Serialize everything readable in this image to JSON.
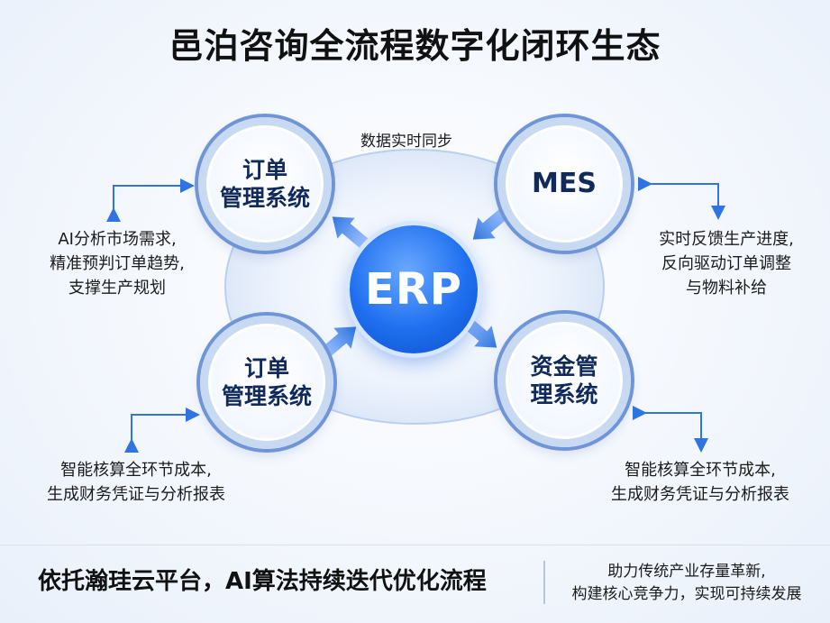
{
  "title": "邑泊咨询全流程数字化闭环生态",
  "center": {
    "label": "ERP"
  },
  "sync_label": "数据实时同步",
  "nodes": {
    "top_left": {
      "line1": "订单",
      "line2": "管理系统"
    },
    "top_right": {
      "line1": "MES"
    },
    "bottom_left": {
      "line1": "订单",
      "line2": "管理系统"
    },
    "bottom_right": {
      "line1": "资金管",
      "line2": "理系统"
    }
  },
  "descriptions": {
    "top_left": [
      "AI分析市场需求,",
      "精准预判订单趋势,",
      "支撑生产规划"
    ],
    "top_right": [
      "实时反馈生产进度,",
      "反向驱动订单调整",
      "与物料补给"
    ],
    "bottom_left": [
      "智能核算全环节成本,",
      "生成财务凭证与分析报表"
    ],
    "bottom_right": [
      "智能核算全环节成本,",
      "生成财务凭证与分析报表"
    ]
  },
  "footer": {
    "main": "依托瀚珪云平台，AI算法持续迭代优化流程",
    "side": [
      "助力传统产业存量革新,",
      "构建核心竞争力，实现可持续发展"
    ]
  },
  "colors": {
    "accent": "#1e6ff0",
    "node_ring": "#6f95d6",
    "arrow": "#2f74e0"
  },
  "icons": {
    "flow_arrow": "arrow-icon",
    "connector": "elbow-arrow-icon"
  }
}
